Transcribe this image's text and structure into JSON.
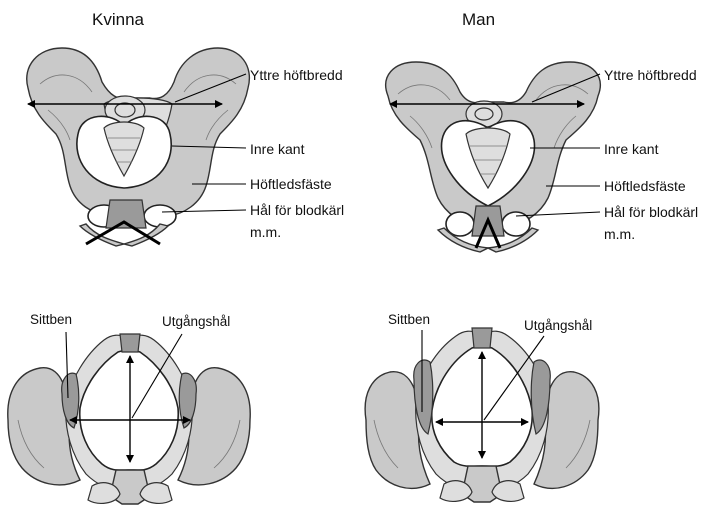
{
  "titles": {
    "female": "Kvinna",
    "male": "Man"
  },
  "labels_top": {
    "outer_width": "Yttre höftbredd",
    "inner_edge": "Inre kant",
    "hip_joint": "Höftledsfäste",
    "vessel_hole_line1": "Hål för blodkärl",
    "vessel_hole_line2": "m.m."
  },
  "labels_bottom": {
    "ischium": "Sittben",
    "outlet": "Utgångshål"
  }
}
